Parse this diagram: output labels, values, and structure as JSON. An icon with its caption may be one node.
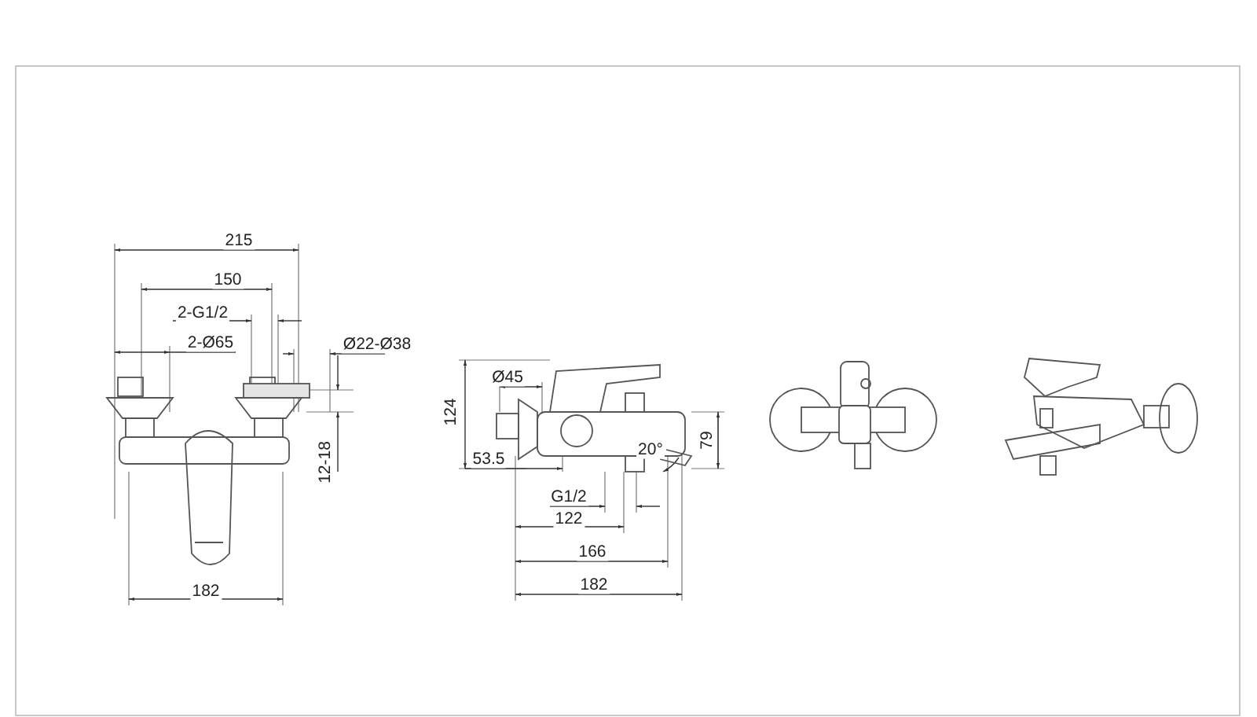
{
  "diagram": {
    "labels": [
      "215",
      "150",
      "2-G1/2",
      "2-Ø65",
      "Ø22-Ø38",
      "12-18",
      "182",
      "124",
      "Ø45",
      "79",
      "53.5",
      "20°",
      "G1/2",
      "122",
      "166",
      "182"
    ]
  }
}
